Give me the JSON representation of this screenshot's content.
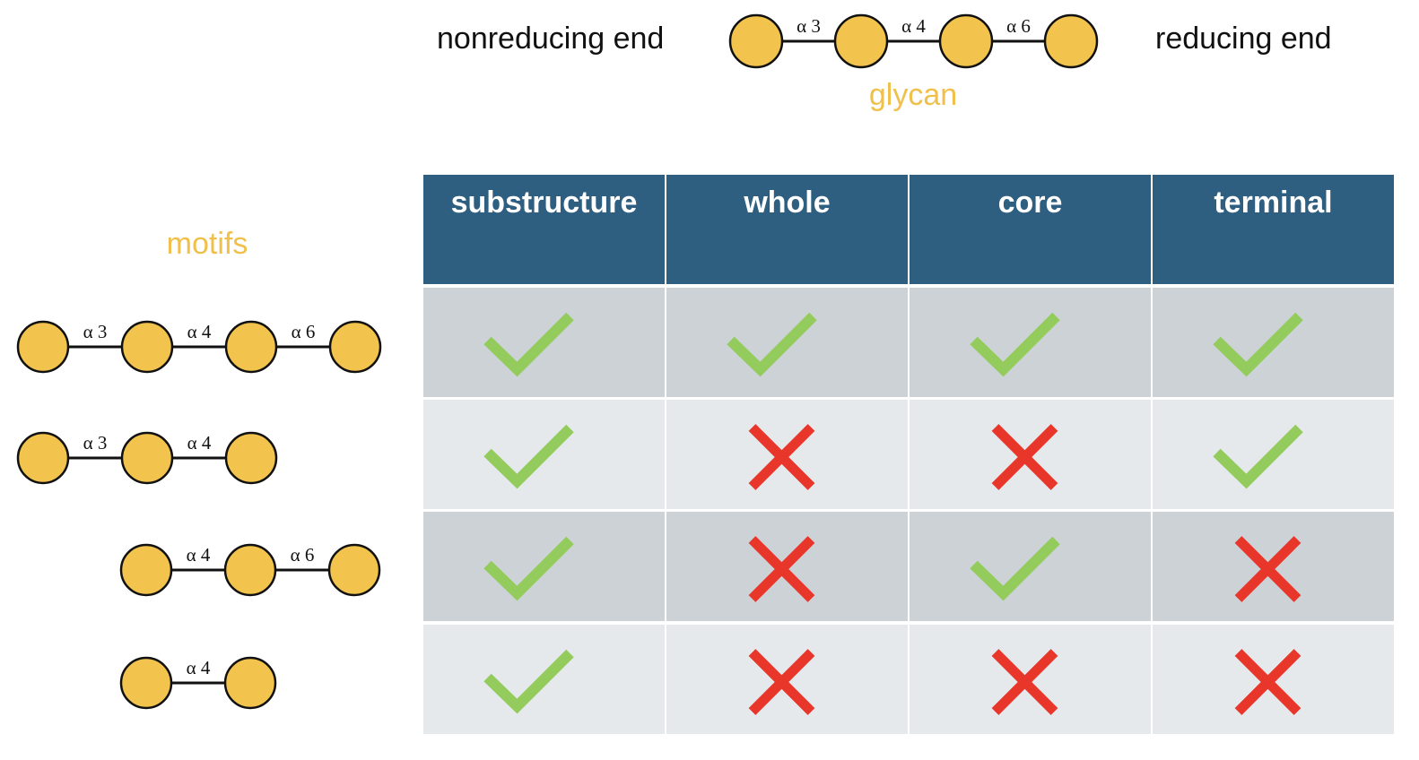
{
  "colors": {
    "node_fill": "#f2c44e",
    "node_stroke": "#111111",
    "accent": "#f0c04a",
    "header_bg": "#2e5f80",
    "row_dark": "#cdd2d7",
    "row_light": "#e6e9ec",
    "check": "#93cc5c",
    "cross": "#e8362a"
  },
  "top": {
    "left_label": "nonreducing end",
    "right_label": "reducing end",
    "glycan_label": "glycan",
    "glycan_links": [
      "α 3",
      "α 4",
      "α 6"
    ]
  },
  "motifs_label": "motifs",
  "table": {
    "headers": [
      "substructure",
      "whole",
      "core",
      "terminal"
    ],
    "rows": [
      {
        "links": [
          "α 3",
          "α 4",
          "α 6"
        ],
        "offset": 0,
        "marks": [
          "check",
          "check",
          "check",
          "check"
        ]
      },
      {
        "links": [
          "α 3",
          "α 4"
        ],
        "offset": 0,
        "marks": [
          "check",
          "cross",
          "cross",
          "check"
        ]
      },
      {
        "links": [
          "α 4",
          "α 6"
        ],
        "offset": 1,
        "marks": [
          "check",
          "cross",
          "check",
          "cross"
        ]
      },
      {
        "links": [
          "α 4"
        ],
        "offset": 1,
        "marks": [
          "check",
          "cross",
          "cross",
          "cross"
        ]
      }
    ]
  }
}
